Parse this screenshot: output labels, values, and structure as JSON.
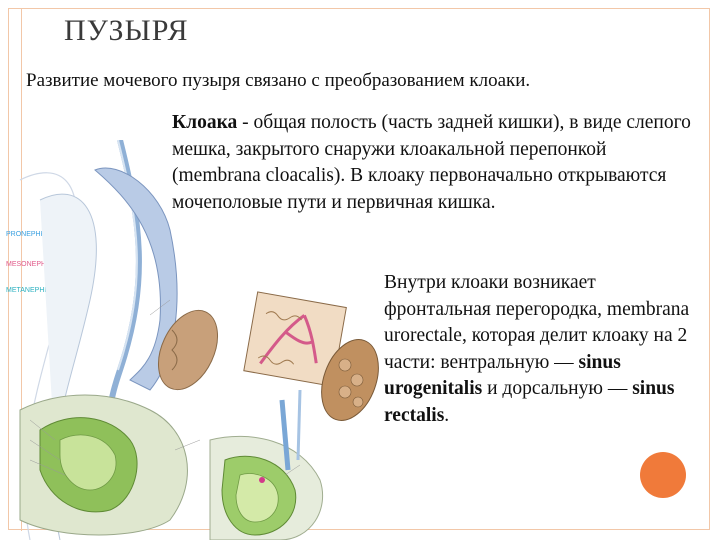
{
  "title": "ПУЗЫРЯ",
  "subtitle": "Развитие мочевого пузыря связано с преобразованием клоаки.",
  "para1": {
    "term": "Клоака",
    "rest": " - общая полость (часть задней кишки), в виде слепого мешка, закрытого снаружи клоакальной перепонкой (membrana cloacalis). В клоаку первоначально открываются мочеполовые пути и первичная кишка."
  },
  "para2": {
    "intro": "Внутри клоаки возникает фронтальная перегородка, membrana urorectale, которая делит клоаку на 2 части: вентральную — ",
    "term1": "sinus urogenitalis",
    "mid": " и дорсальную —  ",
    "term2": "sinus rectalis",
    "end": "."
  },
  "figure": {
    "legend": [
      "PRONEPHROS",
      "MESONEPHROS",
      "METANEPHROS"
    ]
  },
  "colors": {
    "accent": "#f07a3a",
    "frame": "#f2c7a8",
    "legend_pronephros": "#3aa0e0",
    "legend_mesonephros": "#e05a8a",
    "legend_metanephros": "#2bb0c0"
  }
}
